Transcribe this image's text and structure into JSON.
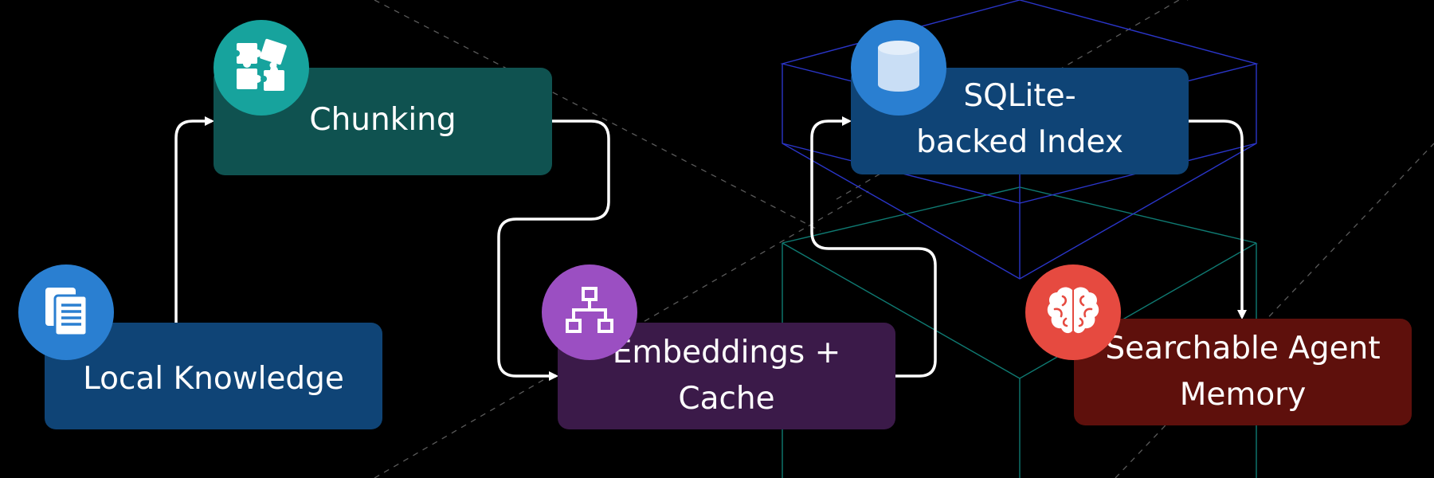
{
  "nodes": {
    "local_knowledge": {
      "label": "Local Knowledge",
      "icon": "document-icon",
      "color": "#0f4476",
      "badge_color": "#2a7fd1"
    },
    "chunking": {
      "label": "Chunking",
      "icon": "puzzle-icon",
      "color": "#0f5250",
      "badge_color": "#17a39d"
    },
    "embeddings": {
      "label_line1": "Embeddings +",
      "label_line2": "Cache",
      "icon": "hierarchy-icon",
      "color": "#3b1a49",
      "badge_color": "#9b4fc2"
    },
    "sqlite_index": {
      "label_line1": "SQLite-",
      "label_line2": "backed Index",
      "icon": "database-icon",
      "color": "#0f4476",
      "badge_color": "#2a7fd1"
    },
    "agent_memory": {
      "label_line1": "Searchable Agent",
      "label_line2": "Memory",
      "icon": "brain-icon",
      "color": "#5e100c",
      "badge_color": "#e64a40"
    }
  },
  "connector_color": "#ffffff"
}
